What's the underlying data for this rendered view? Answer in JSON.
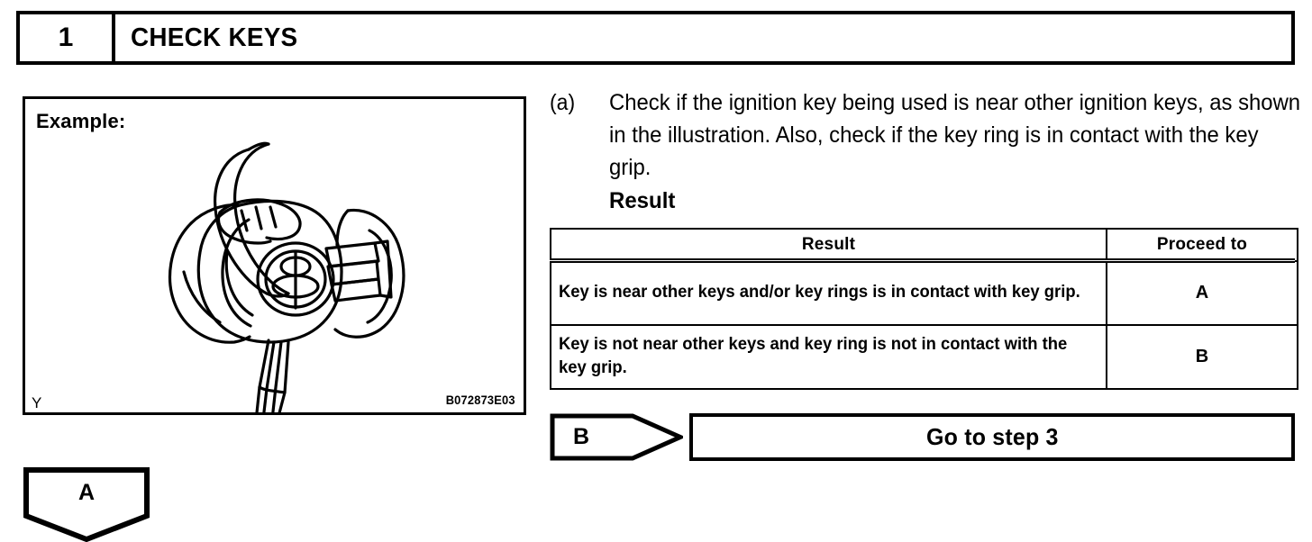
{
  "step_header": {
    "number": "1",
    "title": "CHECK KEYS"
  },
  "illustration": {
    "caption": "Example:",
    "figure_id": "B072873E03",
    "orientation_mark": "Y",
    "subject": "ignition-key-with-key-ring-and-other-keys"
  },
  "instruction": {
    "marker": "(a)",
    "text": "Check if the ignition key being used is near other ignition keys, as shown in the illustration. Also, check if the key ring is in contact with the key grip.",
    "result_heading": "Result"
  },
  "result_table": {
    "columns": [
      "Result",
      "Proceed to"
    ],
    "rows": [
      {
        "result": "Key is near other keys and/or key rings is in contact with key grip.",
        "proceed_to": "A"
      },
      {
        "result": "Key is not near other keys and key ring is not in contact with the key grip.",
        "proceed_to": "B"
      }
    ]
  },
  "branch_b": {
    "tag": "B",
    "action": "Go to step 3"
  },
  "branch_a": {
    "tag": "A"
  },
  "colors": {
    "ink": "#000000",
    "page": "#ffffff"
  }
}
